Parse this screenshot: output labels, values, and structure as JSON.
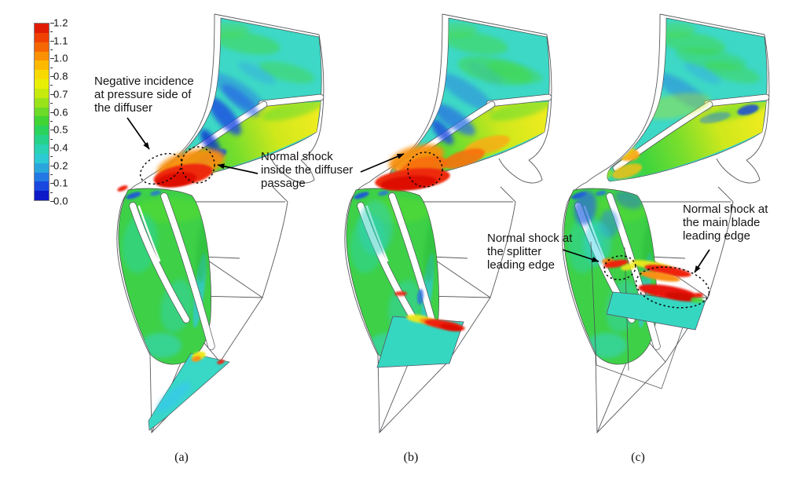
{
  "figure": {
    "type": "cfd-mach-contour-comparison",
    "colorbar": {
      "labels": [
        "1.2",
        "1.1",
        "1.0",
        "0.8",
        "0.7",
        "0.6",
        "0.5",
        "0.4",
        "0.2",
        "0.1",
        "0.0"
      ],
      "band_colors": [
        "#e11c04",
        "#ef4104",
        "#f56704",
        "#fa9104",
        "#fdb902",
        "#f8da02",
        "#e9ee06",
        "#c6ea0e",
        "#9ae31a",
        "#6cda26",
        "#40d434",
        "#2bd25c",
        "#26d289",
        "#28d2b2",
        "#2ccad2",
        "#2ba6dc",
        "#2378e4",
        "#1a47e0",
        "#0d1ac8"
      ]
    },
    "annotations": {
      "negative_incidence": "Negative incidence\nat pressure side of\nthe diffuser",
      "shock_diffuser": "Normal shock\ninside the diffuser\npassage",
      "shock_splitter": "Normal shock at\nthe splitter\nleading edge",
      "shock_main_blade": "Normal shock at\nthe main blade\nleading edge"
    },
    "subfigures": [
      {
        "label": "(a)"
      },
      {
        "label": "(b)"
      },
      {
        "label": "(c)"
      }
    ],
    "contour_palette": {
      "red": "#ee2211",
      "orange": "#f8941d",
      "yellow": "#f0e81c",
      "green": "#3ecf45",
      "turquoise": "#3bd8c8",
      "cyan": "#38c9ec",
      "blue": "#2060e0",
      "dark_blue": "#0a18c8"
    }
  }
}
